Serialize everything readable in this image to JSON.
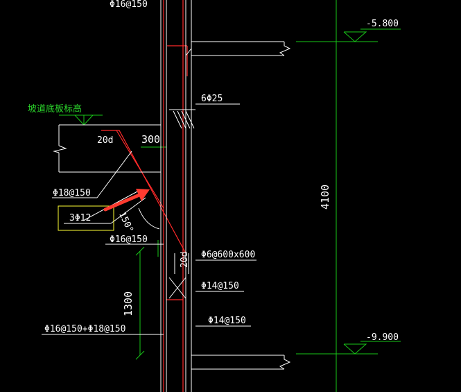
{
  "drawing": {
    "colors": {
      "background": "#000000",
      "line_white": "#ffffff",
      "line_red": "#ff2a2a",
      "line_green": "#19c819",
      "selection_box": "#ffff33",
      "arrow": "#ff3b30"
    },
    "labels": {
      "rebar_top": "Φ16@150",
      "elev_top": "-5.800",
      "rebar_6phi25": "6Φ25",
      "slope_bottom_label": "坡道底板标高",
      "dim_20d_top": "20d",
      "dim_300": "300",
      "rebar_18": "Φ18@150",
      "rebar_3phi12": "3Φ12",
      "angle_150": "150°",
      "rebar_16_mid": "Φ16@150",
      "dim_20d_vertical": "20d",
      "rebar_6_600": "Φ6@600x600",
      "rebar_14_a": "Φ14@150",
      "rebar_14_b": "Φ14@150",
      "dim_1300": "1300",
      "dim_4100": "4100",
      "rebar_combo": "Φ16@150+Φ18@150",
      "elev_bottom": "-9.900"
    },
    "icons": [
      "elevation-marker-icon",
      "break-line-icon",
      "arrow-icon"
    ]
  }
}
